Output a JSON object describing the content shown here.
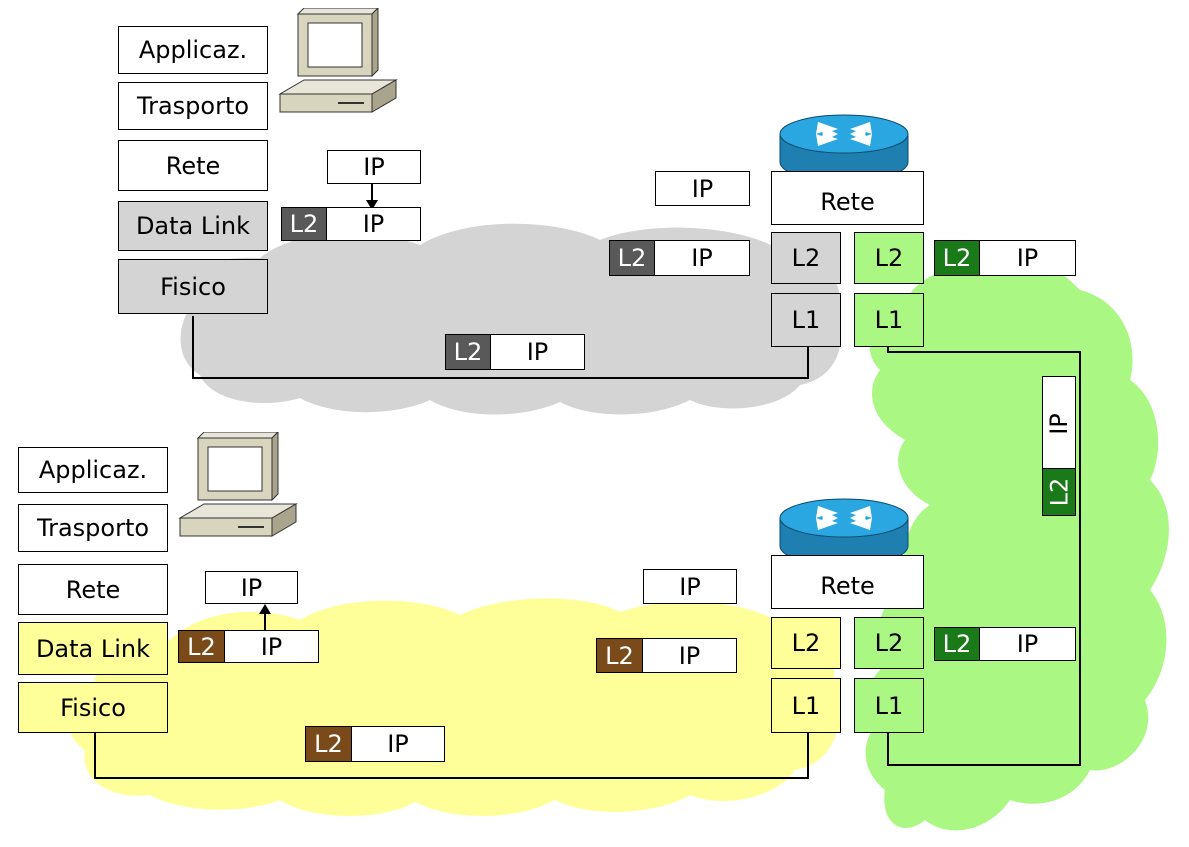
{
  "colors": {
    "cloud_gray": "#d4d4d4",
    "cloud_green": "#aaf883",
    "cloud_yellow": "#ffff99",
    "l2_gray": "#595959",
    "l2_green": "#1a7a1a",
    "l2_brown": "#7a4a1a",
    "router_blue": "#1f9ad6"
  },
  "host_top": {
    "stack": [
      "Applicaz.",
      "Trasporto",
      "Rete",
      "Data Link",
      "Fisico"
    ],
    "icon": "computer-icon"
  },
  "host_bottom": {
    "stack": [
      "Applicaz.",
      "Trasporto",
      "Rete",
      "Data Link",
      "Fisico"
    ],
    "icon": "computer-icon"
  },
  "router_top": {
    "icon": "router-icon",
    "layer3": "Rete",
    "left_l2": "L2",
    "left_l1": "L1",
    "right_l2": "L2",
    "right_l1": "L1"
  },
  "router_bottom": {
    "icon": "router-icon",
    "layer3": "Rete",
    "left_l2": "L2",
    "left_l1": "L1",
    "right_l2": "L2",
    "right_l1": "L1"
  },
  "packets": {
    "l2": "L2",
    "ip": "IP"
  }
}
